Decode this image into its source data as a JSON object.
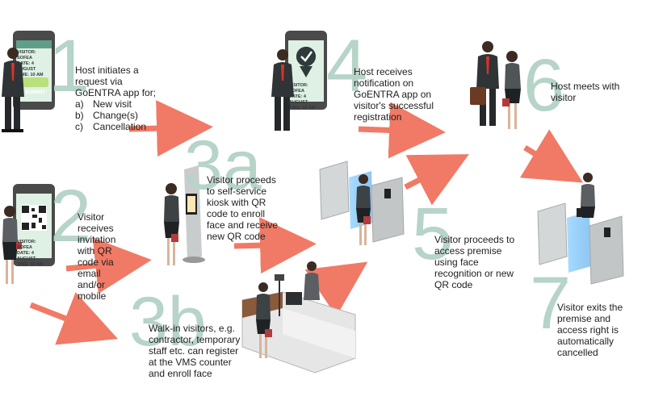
{
  "steps": {
    "s1": {
      "number": "1",
      "text": "Host initiates a request via GoENTRA app for;",
      "items": [
        {
          "marker": "a)",
          "label": "New visit"
        },
        {
          "marker": "b)",
          "label": "Change(s)"
        },
        {
          "marker": "c)",
          "label": "Cancellation"
        }
      ]
    },
    "s2": {
      "number": "2",
      "text": "Visitor receives invitation with QR code via email and/or mobile"
    },
    "s3a": {
      "number": "3a",
      "text": "Visitor proceeds to self-service kiosk with QR code to enroll face and receive new QR code"
    },
    "s3b": {
      "number": "3b",
      "text": "Walk-in visitors, e.g. contractor, temporary staff etc. can register at the VMS counter and enroll face"
    },
    "s4": {
      "number": "4",
      "text": "Host receives notification on GoENTRA app on visitor's successful registration"
    },
    "s5": {
      "number": "5",
      "text": "Visitor proceeds to access premise using face recognition or new QR code"
    },
    "s6": {
      "number": "6",
      "text": "Host meets with visitor"
    },
    "s7": {
      "number": "7",
      "text": "Visitor exits the premise and access right is automatically cancelled"
    }
  },
  "phones": {
    "p1": {
      "line1": "VISITOR: SOFEA",
      "line2": "DATE: 4 AUGUST",
      "line3": "TIME: 10 AM",
      "button": "SUBMIT"
    },
    "p2": {
      "line1": "VISITOR: SOFEA",
      "line2": "DATE: 4 AUGUST",
      "line3": "TIME: 10 AM"
    },
    "p4": {
      "line1": "VISITOR: SOFEA",
      "line2": "DATE: 4 AUGUST",
      "line3": "TIME: 10 AM"
    }
  },
  "colors": {
    "number": "#b6d4c8",
    "arrow": "#f07a66",
    "text": "#1e1e1e",
    "phone_screen": "#dff0e4",
    "button": "#b9e07a"
  }
}
